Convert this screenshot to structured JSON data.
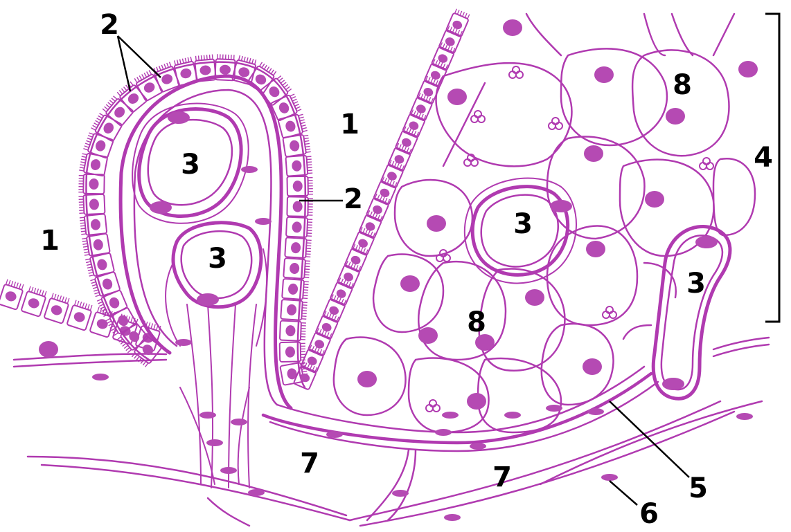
{
  "colors": {
    "tissue_stroke": "#b03ab0",
    "nucleus_fill": "#b54ab3",
    "nucleus_light": "#d89ad6",
    "label": "#000000",
    "background": "#ffffff"
  },
  "labels": {
    "l1a": "1",
    "l1b": "1",
    "l2a": "2",
    "l2b": "2",
    "l3a": "3",
    "l3b": "3",
    "l3c": "3",
    "l3d": "3",
    "l4": "4",
    "l5": "5",
    "l6": "6",
    "l7a": "7",
    "l7b": "7",
    "l8a": "8",
    "l8b": "8"
  }
}
